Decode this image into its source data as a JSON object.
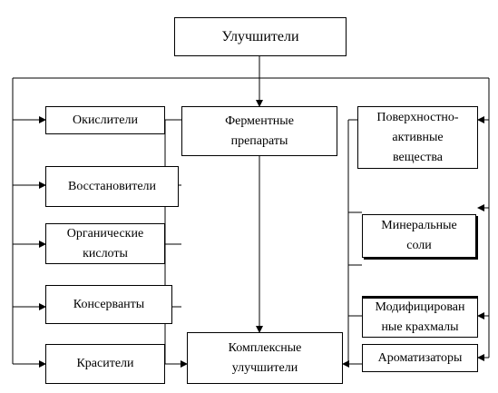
{
  "diagram": {
    "root": "Улучшители",
    "center": "Ферментные\nпрепараты",
    "left": [
      "Окислители",
      "Восстановители",
      "Органические\nкислоты",
      "Консерванты",
      "Красители"
    ],
    "right": [
      "Поверхностно-\nактивные\nвещества",
      "Минеральные\nсоли",
      "Модифицирован\nные крахмалы",
      "Ароматизаторы"
    ],
    "result": "Комплексные\nулучшители"
  }
}
